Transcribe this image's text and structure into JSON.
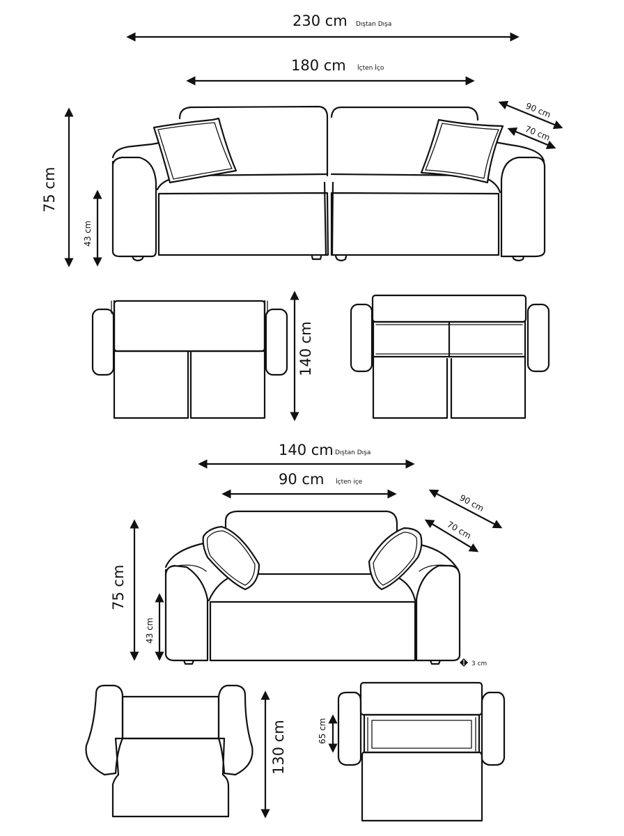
{
  "colors": {
    "line": "#111111",
    "background": "#ffffff"
  },
  "sofa_large": {
    "width_outer": "230 cm",
    "width_outer_note": "Dıştan Dışa",
    "width_inner": "180 cm",
    "width_inner_note": "İçten İço",
    "depth_outer": "90 cm",
    "depth_inner": "70 cm",
    "height_total": "75 cm",
    "height_seat": "43 cm",
    "bed_length": "140 cm"
  },
  "sofa_small": {
    "width_outer": "140 cm",
    "width_outer_note": "Dıştan Dışa",
    "width_inner": "90 cm",
    "width_inner_note": "İçten içe",
    "depth_outer": "90 cm",
    "depth_inner": "70 cm",
    "height_total": "75 cm",
    "height_seat": "43 cm",
    "leg_height": "3 cm",
    "bed_length": "130 cm",
    "storage_depth": "65 cm"
  }
}
